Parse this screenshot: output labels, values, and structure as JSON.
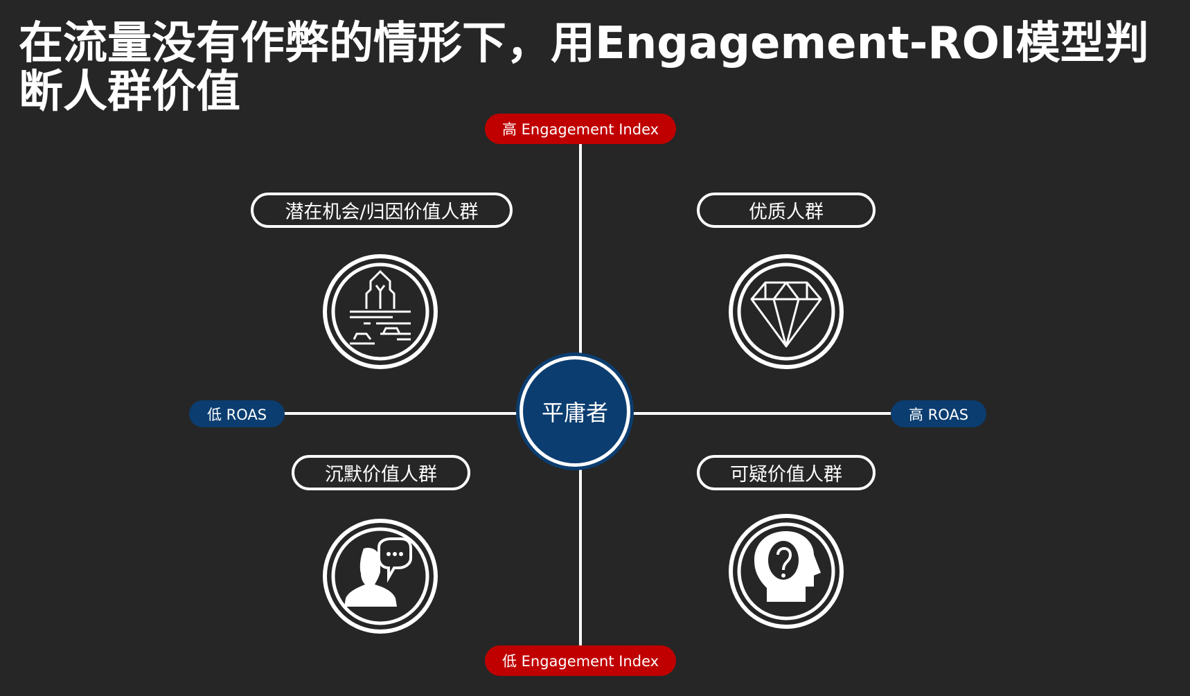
{
  "title": "在流量没有作弊的情形下，用Engagement-ROI模型判断人群价值",
  "axes": {
    "top": "高 Engagement Index",
    "bottom": "低 Engagement Index",
    "left": "低 ROAS",
    "right": "高 ROAS"
  },
  "center": "平庸者",
  "quadrants": {
    "top_left": {
      "label": "潜在机会/归因价值人群",
      "icon": "landscape-icon"
    },
    "top_right": {
      "label": "优质人群",
      "icon": "diamond-icon"
    },
    "bottom_left": {
      "label": "沉默价值人群",
      "icon": "person-speech-icon"
    },
    "bottom_right": {
      "label": "可疑价值人群",
      "icon": "head-question-icon"
    }
  },
  "colors": {
    "background": "#262626",
    "red": "#c00000",
    "blue": "#0b3d70"
  }
}
